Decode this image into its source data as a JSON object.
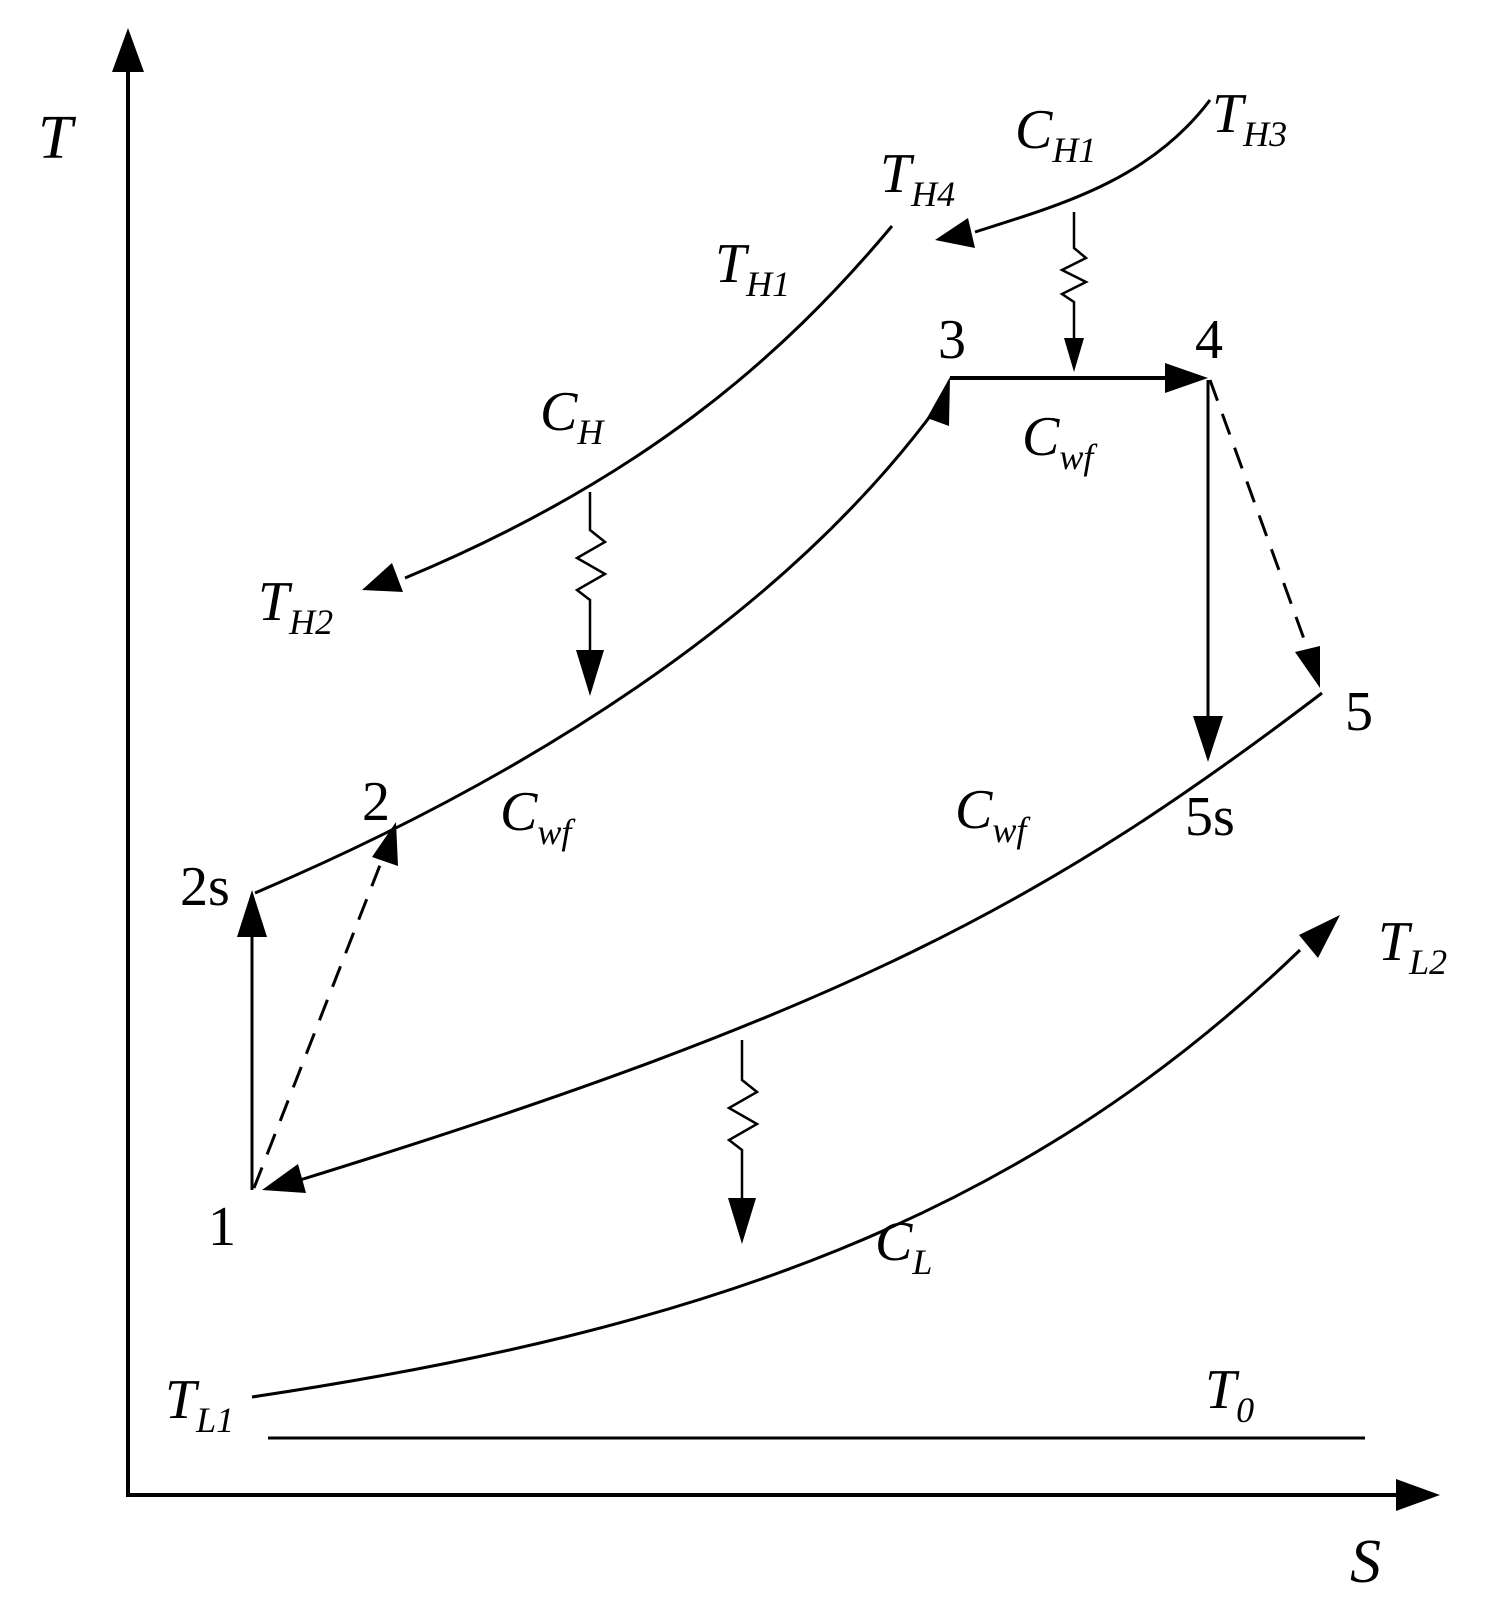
{
  "axes": {
    "y_label": "T",
    "x_label": "S"
  },
  "points": {
    "p1": "1",
    "p2": "2",
    "p2s": "2s",
    "p3": "3",
    "p4": "4",
    "p5": "5",
    "p5s": "5s"
  },
  "labels": {
    "TH1": {
      "main": "T",
      "sub": "H1"
    },
    "TH2": {
      "main": "T",
      "sub": "H2"
    },
    "TH3": {
      "main": "T",
      "sub": "H3"
    },
    "TH4": {
      "main": "T",
      "sub": "H4"
    },
    "TL1": {
      "main": "T",
      "sub": "L1"
    },
    "TL2": {
      "main": "T",
      "sub": "L2"
    },
    "T0": {
      "main": "T",
      "sub": "0"
    },
    "CH": {
      "main": "C",
      "sub": "H"
    },
    "CH1": {
      "main": "C",
      "sub": "H1"
    },
    "CL": {
      "main": "C",
      "sub": "L"
    },
    "Cwf_top": {
      "main": "C",
      "sub": "wf"
    },
    "Cwf_mid": {
      "main": "C",
      "sub": "wf"
    },
    "Cwf_bot": {
      "main": "C",
      "sub": "wf"
    }
  },
  "colors": {
    "ink": "#000000",
    "background": "#ffffff"
  }
}
